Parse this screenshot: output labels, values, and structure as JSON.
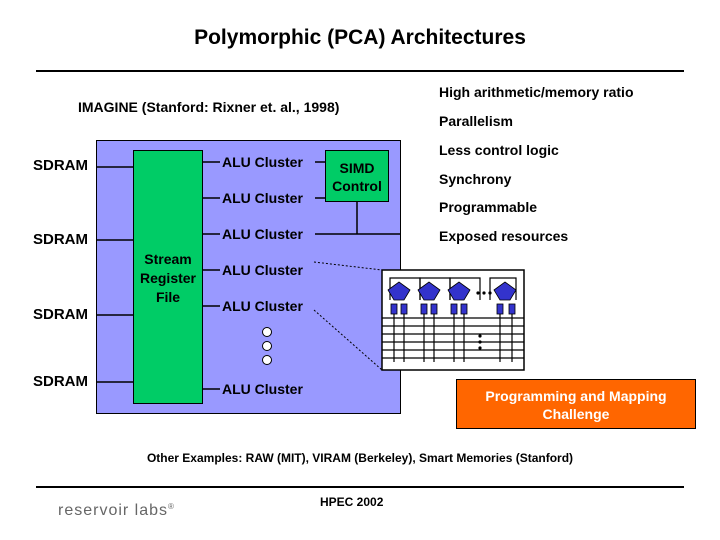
{
  "title": "Polymorphic (PCA) Architectures",
  "imagine_label": "IMAGINE (Stanford: Rixner et. al., 1998)",
  "features": [
    "High arithmetic/memory ratio",
    "Parallelism",
    "Less control logic",
    "Synchrony",
    "Programmable",
    "Exposed resources"
  ],
  "diagram": {
    "sdram_labels": [
      "SDRAM",
      "SDRAM",
      "SDRAM",
      "SDRAM"
    ],
    "stream_register_file": "Stream Register File",
    "alu_clusters": [
      "ALU Cluster",
      "ALU Cluster",
      "ALU Cluster",
      "ALU Cluster",
      "ALU Cluster",
      "ALU Cluster"
    ],
    "simd_control": "SIMD Control",
    "colors": {
      "chip": "#9999ff",
      "green_blocks": "#00cc66",
      "alu_nodes": "#3333cc",
      "challenge_box": "#ff6600"
    }
  },
  "challenge": "Programming and Mapping Challenge",
  "other_examples": "Other Examples: RAW (MIT), VIRAM (Berkeley), Smart Memories (Stanford)",
  "footer": {
    "logo_text": "reservoir labs",
    "logo_mark": "®",
    "event": "HPEC 2002"
  }
}
